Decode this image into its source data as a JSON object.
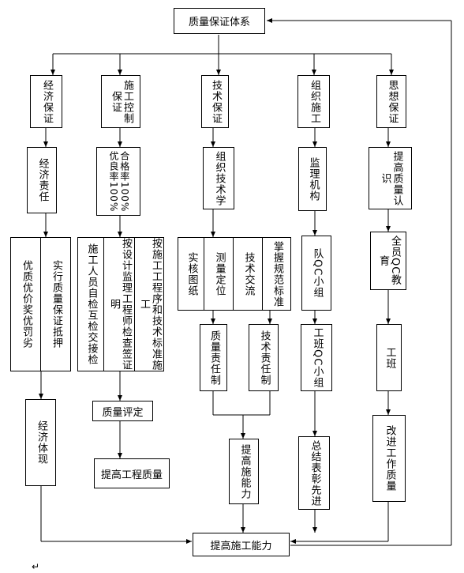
{
  "title": "质量保证体系",
  "top_branches": [
    "经济保证",
    "施工控制保证",
    "技术保证",
    "组织施工",
    "思想保证"
  ],
  "econ": {
    "responsibility": "经济责任",
    "cols": [
      "优质优价奖优罚劣",
      "实行质量保证抵押"
    ],
    "reflect": "经济体现"
  },
  "constr": {
    "rate": "合格率100%优良率100%",
    "cols": [
      "施工人员自检互检交接检",
      "按设计监理工程师检查签证明",
      "按施工工程序和技术标准施工"
    ],
    "assess": "质量评定",
    "improve": "提高工程质量"
  },
  "tech": {
    "org": "组织技术学",
    "cols": [
      "实核图纸",
      "测量定位",
      "技术交流",
      "掌握规范标准"
    ],
    "quality": "质量责任制",
    "techresp": "技术责任制",
    "ability": "提高施能力"
  },
  "org": {
    "monitor": "监理机构",
    "qc_team": "队QC小组",
    "squad_qc": "工班QC小组",
    "summary": "总结表彰先进"
  },
  "idea": {
    "awareness": "提高质量认识",
    "qc_edu": "全员QC教育",
    "squad": "工班",
    "improve": "改进工作质量"
  },
  "bottom": "提高施工能力",
  "return_mark": "↵"
}
